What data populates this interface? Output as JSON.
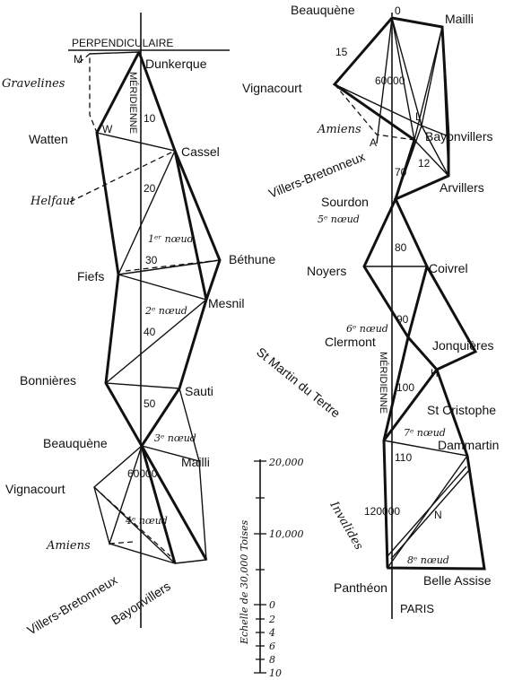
{
  "left_chain": {
    "perpendicular": "PERPENDICULAIRE",
    "meridian": "MÉRIDIENNE",
    "stations": {
      "dunkerque": "Dunkerque",
      "watten": "Watten",
      "cassel": "Cassel",
      "fiefs": "Fiefs",
      "bethune": "Béthune",
      "mesnil": "Mesnil",
      "bonnieres": "Bonnières",
      "sauti": "Sauti",
      "beauquene": "Beauquène",
      "mailli": "Mailli",
      "vignacourt": "Vignacourt",
      "villers": "Villers-Bretonneux",
      "bayonvillers": "Bayonvillers"
    },
    "italic": {
      "gravelines": "Gravelines",
      "helfaut": "Helfaut",
      "amiens": "Amiens"
    },
    "letters": {
      "m": "M",
      "w": "W"
    },
    "nodes": {
      "n1": "1ᵉʳ nœud",
      "n2": "2ᵉ nœud",
      "n3": "3ᵉ nœud",
      "n4": "4ᵉ nœud"
    },
    "ticks": {
      "t10": "10",
      "t20": "20",
      "t30": "30",
      "t40": "40",
      "t50": "50",
      "t60": "60000"
    }
  },
  "right_chain": {
    "meridian": "MÉRIDIENNE",
    "paris": "PARIS",
    "stations": {
      "beauquene": "Beauquène",
      "mailli": "Mailli",
      "vignacourt": "Vignacourt",
      "bayonvillers": "Bayonvillers",
      "villers": "Villers-Bretonneux",
      "arvillers": "Arvillers",
      "sourdon": "Sourdon",
      "noyers": "Noyers",
      "coivrel": "Coivrel",
      "clermont": "Clermont",
      "jonquieres": "Jonquières",
      "stmartin": "St Martin du Tertre",
      "stcristophe": "St Cristophe",
      "dammartin": "Dammartin",
      "pantheon": "Panthéon",
      "belleassise": "Belle Assise"
    },
    "italic": {
      "amiens": "Amiens",
      "invalides": "Invalides"
    },
    "letters": {
      "l": "L",
      "a": "A",
      "h": "H",
      "n": "N"
    },
    "nodes": {
      "n5": "5ᵉ nœud",
      "n6": "6ᵉ nœud",
      "n7": "7ᵉ nœud",
      "n8": "8ᵉ nœud"
    },
    "ticks": {
      "t0": "0",
      "t15": "15",
      "t60": "60000",
      "t12": "12",
      "t70": "70",
      "t80": "80",
      "t90": "90",
      "t100": "100",
      "t110": "110",
      "t120": "120000"
    }
  },
  "scale": {
    "title": "Echelle de 30,000 Toises",
    "labels": {
      "s20000": "20,000",
      "s10000": "10,000",
      "s0": "0",
      "s2": "2",
      "s4": "4",
      "s6": "6",
      "s8": "8",
      "s10": "10"
    }
  }
}
